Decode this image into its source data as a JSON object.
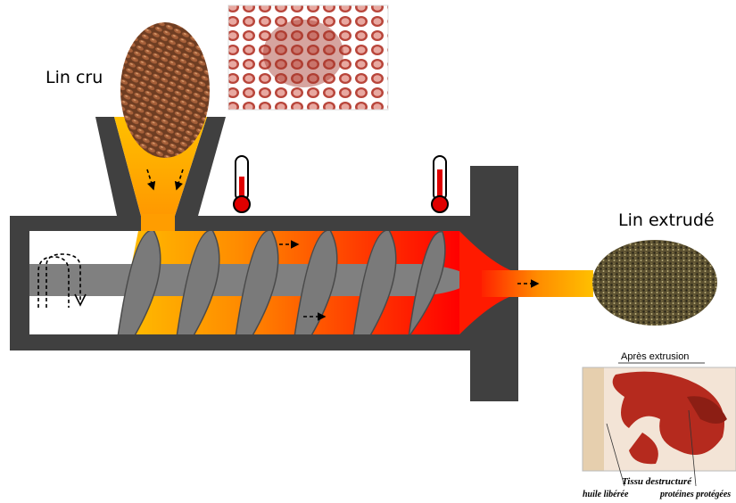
{
  "labels": {
    "raw_flax": "Lin cru",
    "extruded_flax": "Lin extrudé",
    "after_extrusion": "Après extrusion",
    "destructured_tissue": "Tissu destructuré",
    "released_oil": "huile libérée",
    "protected_proteins": "protéines protégées"
  },
  "colors": {
    "barrel": "#404040",
    "screw": "#7f7f7f",
    "heat_hot": "#ff0000",
    "heat_warm": "#ff8c00",
    "heat_mild": "#ffc000",
    "tissue_red": "#b52a1e"
  },
  "icons": [
    "thermometer-icon",
    "thermometer-icon",
    "rotation-arrow-icon",
    "flow-arrow-icon"
  ]
}
